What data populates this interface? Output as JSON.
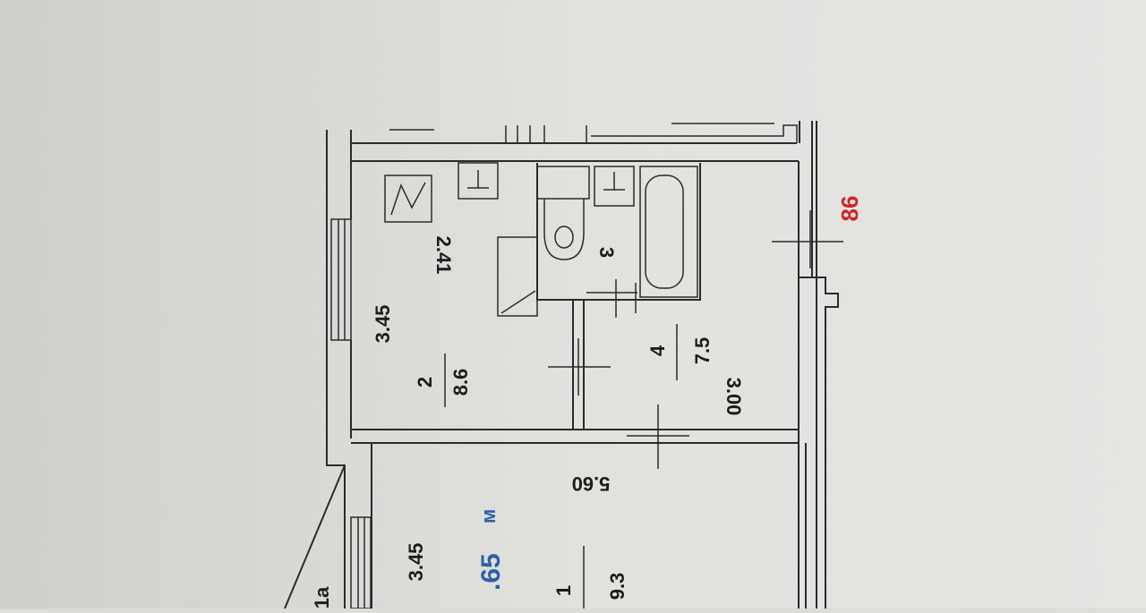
{
  "plan": {
    "rooms": [
      {
        "number": "1",
        "area": "9.3",
        "height": "3.45",
        "length": "5.60"
      },
      {
        "number": "2",
        "area": "8.6",
        "height": "3.45",
        "length": "2.41"
      },
      {
        "number": "3"
      },
      {
        "number": "4",
        "area": "7.5",
        "length": "3.00"
      }
    ],
    "balcony_label": "1a",
    "building_number": "86",
    "ceiling_height": ".65",
    "ceiling_unit": "м",
    "colors": {
      "background": "#dcdcd9",
      "lines": "#2b2b2b",
      "building_number": "#d2232a",
      "ceiling_height": "#2f5fa8"
    },
    "icons": [
      "stove-icon",
      "sink-icon",
      "toilet-icon",
      "bathtub-icon",
      "counter-icon",
      "window-icon"
    ]
  }
}
